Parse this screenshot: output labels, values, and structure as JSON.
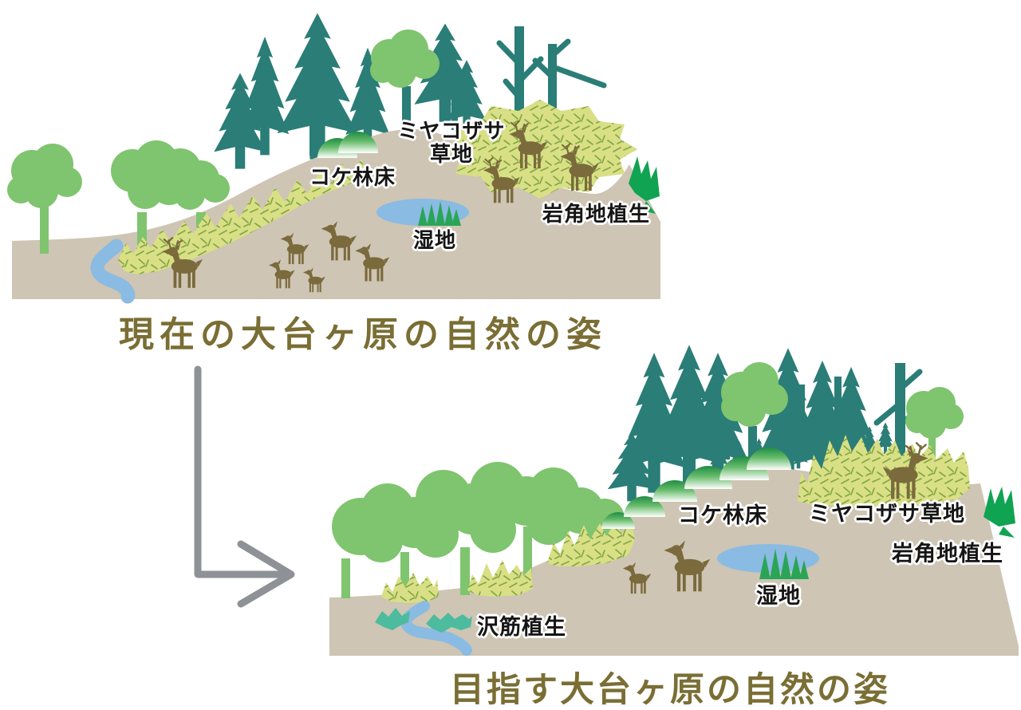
{
  "top": {
    "title": "現在の大台ヶ原の自然の姿",
    "labels": {
      "miyakozasa_line1": "ミヤコザサ",
      "miyakozasa_line2": "草地",
      "moss_floor": "コケ林床",
      "wetland": "湿地",
      "rock_vegetation": "岩角地植生"
    },
    "deer_count": 9
  },
  "bottom": {
    "title": "目指す大台ヶ原の自然の姿",
    "labels": {
      "moss_floor": "コケ林床",
      "miyakozasa": "ミヤコザサ草地",
      "rock_vegetation": "岩角地植生",
      "wetland": "湿地",
      "stream_vegetation": "沢筋植生"
    },
    "deer_count": 3
  },
  "palette": {
    "conifer_teal": "#2b7d77",
    "broadleaf_green": "#7fc46e",
    "sasa_yellow_green": "#d9df85",
    "sasa_texture_green": "#83a748",
    "ground_tan": "#cec5b4",
    "water_blue": "#8abbe2",
    "deer_brown": "#7a6a3c",
    "moss_green": "#1f8c45",
    "wetland_grass_green": "#2aa558",
    "rock_grass_green": "#10a352",
    "streamside_teal": "#4dbb9d",
    "arrow_gray": "#8e9297",
    "title_olive": "#7a6e34"
  }
}
